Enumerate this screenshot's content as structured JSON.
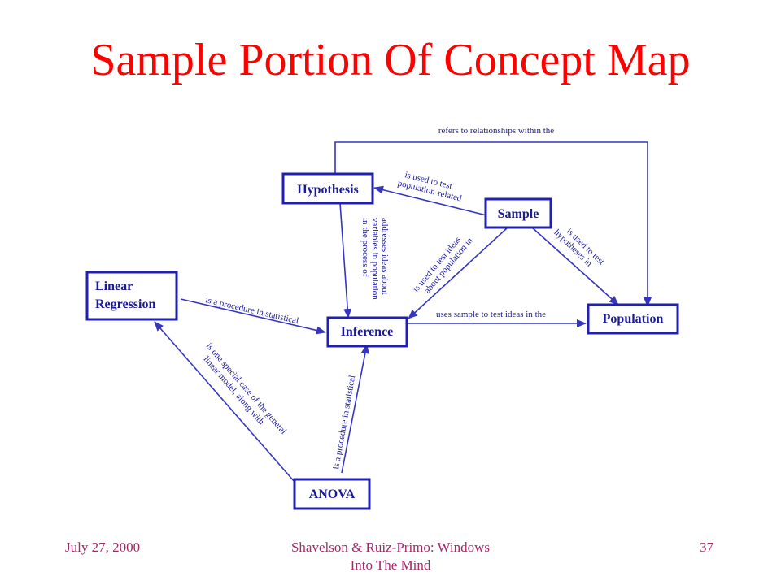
{
  "title": "Sample Portion Of Concept Map",
  "colors": {
    "title": "#ff0000",
    "node_border": "#2020b0",
    "node_text": "#1a1a99",
    "edge": "#3535c0",
    "footer": "#a52a6a"
  },
  "nodes": {
    "hypothesis": "Hypothesis",
    "sample": "Sample",
    "linear_regression": [
      "Linear",
      "Regression"
    ],
    "inference": "Inference",
    "population": "Population",
    "anova": "ANOVA"
  },
  "edges": {
    "hypothesis_population": "refers to relationships within the",
    "sample_hypothesis": [
      "is used to test",
      "population-related"
    ],
    "hypothesis_inference": [
      "addresses ideas about",
      "variables in population",
      "in the process of"
    ],
    "sample_inference": [
      "is used to test ideas",
      "about population in"
    ],
    "sample_population": [
      "is used to test",
      "hypotheses in"
    ],
    "inference_population": "uses sample to test ideas in the",
    "linreg_inference": "is a procedure in statistical",
    "anova_linreg": [
      "is one special case of the general",
      "linear model, along with"
    ],
    "anova_inference": "is a procedure in statistical"
  },
  "footer": {
    "date": "July 27, 2000",
    "source": [
      "Shavelson & Ruiz-Primo: Windows",
      "Into The Mind"
    ],
    "page": "37"
  }
}
